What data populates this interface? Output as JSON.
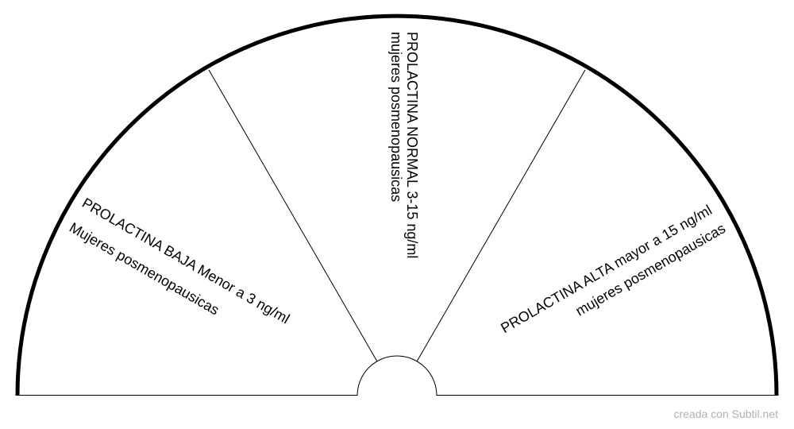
{
  "sectors": [
    {
      "line1": "PROLACTINA BAJA Menor a 3 ng/ml",
      "line2": "Mujeres posmenopausicas"
    },
    {
      "line1": "PROLACTINA NORMAL 3-15 ng/ml",
      "line2": "mujeres posmenopausicas"
    },
    {
      "line1": "PROLACTINA ALTA mayor a 15 ng/ml",
      "line2": "mujeres posmenopausicas"
    }
  ],
  "credit": "creada con Subtil.net",
  "colors": {
    "stroke": "#000000",
    "credit": "#b0b0b0"
  }
}
